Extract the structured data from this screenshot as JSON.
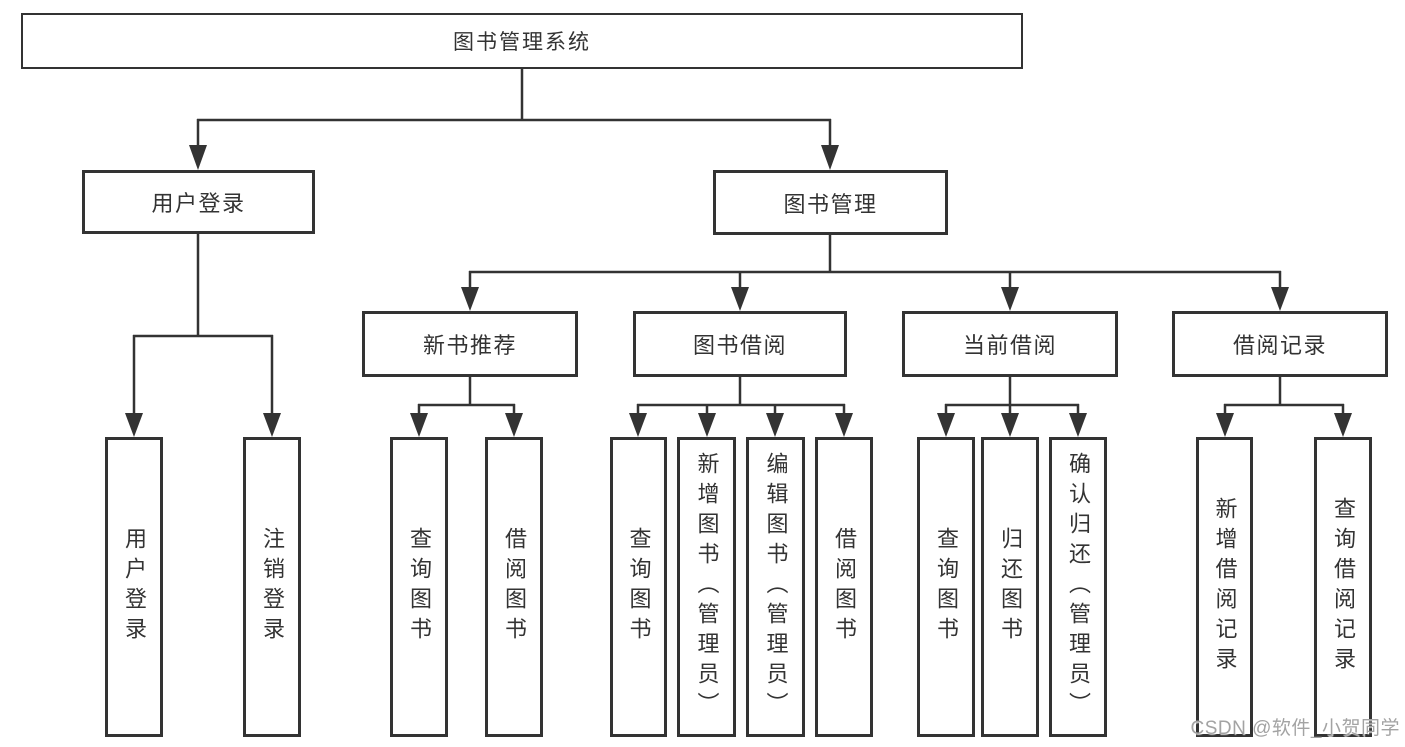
{
  "colors": {
    "line": "#333333",
    "box_border": "#333333",
    "box_background": "#ffffff",
    "text": "#333333",
    "watermark": "#a3a3a3"
  },
  "tree": {
    "root": {
      "label": "图书管理系统"
    },
    "branches": [
      {
        "label": "用户登录",
        "children": [
          {
            "label": "用户登录"
          },
          {
            "label": "注销登录"
          }
        ]
      },
      {
        "label": "图书管理",
        "children": [
          {
            "label": "新书推荐",
            "children": [
              {
                "label": "查询图书"
              },
              {
                "label": "借阅图书"
              }
            ]
          },
          {
            "label": "图书借阅",
            "children": [
              {
                "label": "查询图书"
              },
              {
                "label": "新增图书（管理员）"
              },
              {
                "label": "编辑图书（管理员）"
              },
              {
                "label": "借阅图书"
              }
            ]
          },
          {
            "label": "当前借阅",
            "children": [
              {
                "label": "查询图书"
              },
              {
                "label": "归还图书"
              },
              {
                "label": "确认归还（管理员）"
              }
            ]
          },
          {
            "label": "借阅记录",
            "children": [
              {
                "label": "新增借阅记录"
              },
              {
                "label": "查询借阅记录"
              }
            ]
          }
        ]
      }
    ]
  },
  "watermark": {
    "text": "CSDN @软件_小贺同学"
  }
}
